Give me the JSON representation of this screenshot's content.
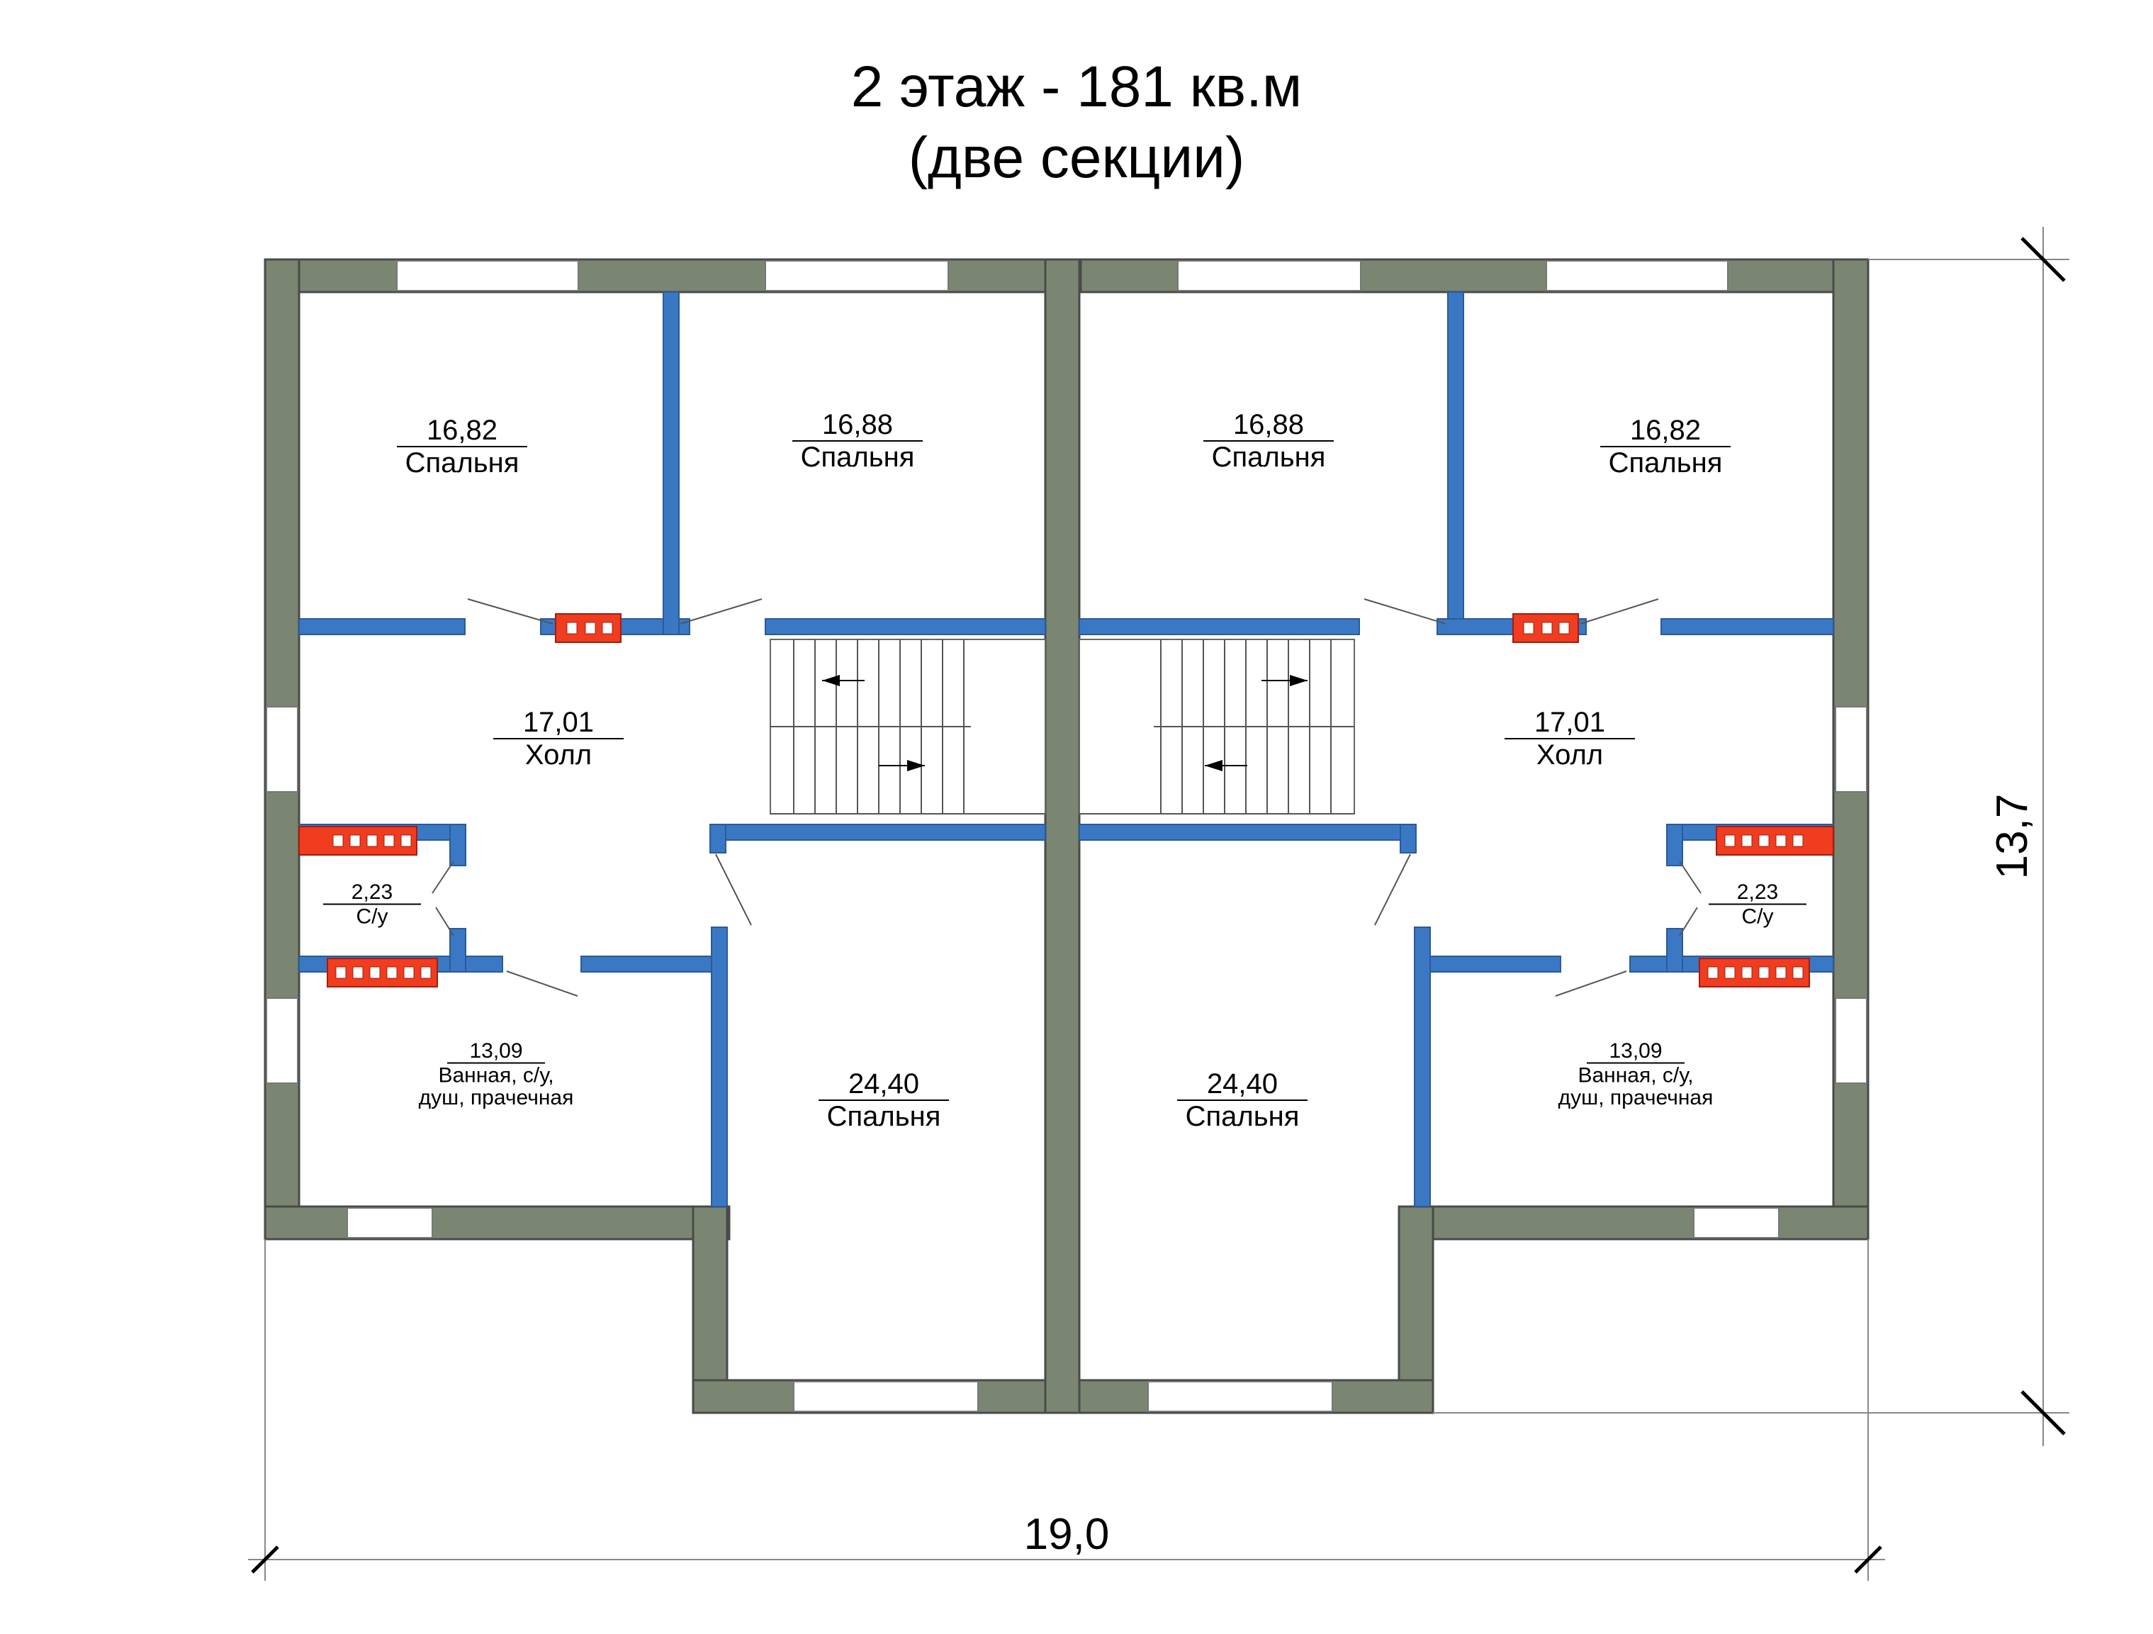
{
  "title": {
    "line1": "2 этаж - 181 кв.м",
    "line2": "(две секции)"
  },
  "dimensions": {
    "width": "19,0",
    "height": "13,7"
  },
  "rooms": [
    {
      "id": "bed-nw-left",
      "area": "16,82",
      "name": "Спальня"
    },
    {
      "id": "bed-nw-right",
      "area": "16,88",
      "name": "Спальня"
    },
    {
      "id": "bed-ne-left",
      "area": "16,88",
      "name": "Спальня"
    },
    {
      "id": "bed-ne-right",
      "area": "16,82",
      "name": "Спальня"
    },
    {
      "id": "hall-west",
      "area": "17,01",
      "name": "Холл"
    },
    {
      "id": "hall-east",
      "area": "17,01",
      "name": "Холл"
    },
    {
      "id": "wc-west",
      "area": "2,23",
      "name": "С/у"
    },
    {
      "id": "wc-east",
      "area": "2,23",
      "name": "С/у"
    },
    {
      "id": "bath-west",
      "area": "13,09",
      "name": "Ванная, с/у,",
      "name2": "душ, прачечная"
    },
    {
      "id": "bath-east",
      "area": "13,09",
      "name": "Ванная, с/у,",
      "name2": "душ, прачечная"
    },
    {
      "id": "bed-sw",
      "area": "24,40",
      "name": "Спальня"
    },
    {
      "id": "bed-se",
      "area": "24,40",
      "name": "Спальня"
    }
  ],
  "colors": {
    "outer_wall": "#7a8672",
    "inner_wall": "#3b78c4",
    "chimney": "#f03c1f"
  }
}
